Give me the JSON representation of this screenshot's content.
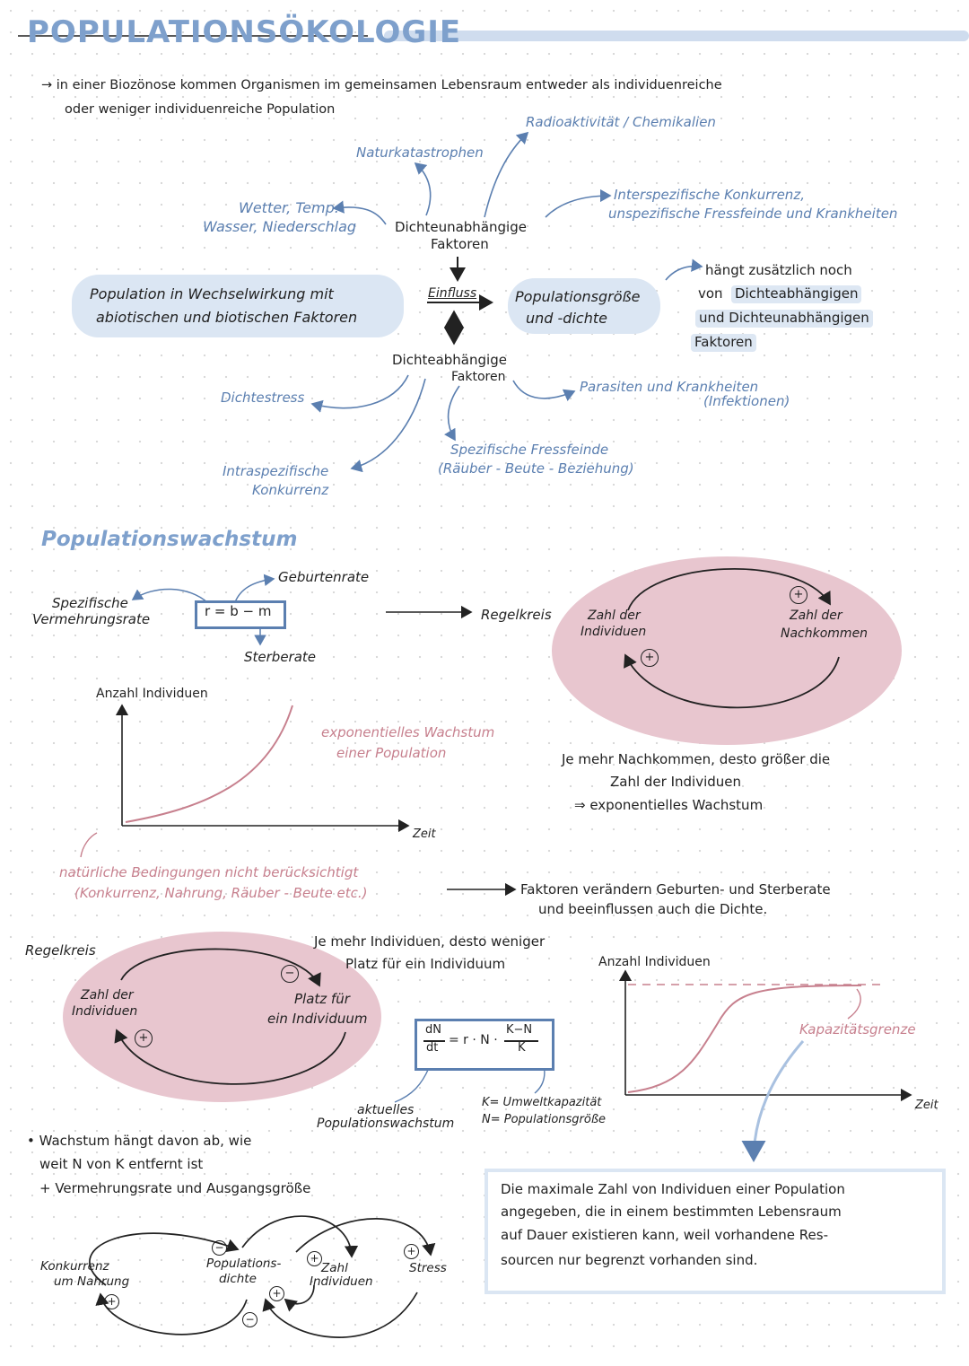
{
  "title": "POPULATIONSÖKOLOGIE",
  "intro": {
    "line1": "→ in einer Biozönose kommen Organismen im gemeinsamen Lebensraum entweder als individuenreiche",
    "line2": "oder weniger individuenreiche Population"
  },
  "mindmap": {
    "radioaktiv": "Radioaktivität / Chemikalien",
    "naturkatastrophen": "Naturkatastrophen",
    "wetter1": "Wetter, Temp.",
    "wetter2": "Wasser, Niederschlag",
    "unabh1": "Dichteunabhängige",
    "unabh2": "Faktoren",
    "inter1": "Interspezifische Konkurrenz,",
    "inter2": "unspezifische Fressfeinde und Krankheiten",
    "wechsel1": "Population in Wechselwirkung mit",
    "wechsel2": "abiotischen und biotischen Faktoren",
    "einfluss": "Einfluss",
    "popgroesse1": "Populationsgröße",
    "popgroesse2": "und -dichte",
    "haengt1": "hängt zusätzlich noch",
    "haengt2a": "von",
    "haengt2b": "Dichteabhängigen",
    "haengt3": "und Dichteunabhängigen",
    "haengt4": "Faktoren",
    "abh1": "Dichteabhängige",
    "abh2": "Faktoren",
    "dichtestress": "Dichtestress",
    "parasiten1": "Parasiten und Krankheiten",
    "parasiten2": "(Infektionen)",
    "spez1": "Spezifische Fressfeinde",
    "spez2": "(Räuber - Beute - Beziehung)",
    "intra1": "Intraspezifische",
    "intra2": "Konkurrenz"
  },
  "wachstum": {
    "heading": "Populationswachstum",
    "geburtenrate": "Geburtenrate",
    "formula": "r = b − m",
    "spez1": "Spezifische",
    "spez2": "Vermehrungsrate",
    "sterberate": "Sterberate",
    "regelkreis": "Regelkreis",
    "loop1_left1": "Zahl der",
    "loop1_left2": "Individuen",
    "loop1_right1": "Zahl der",
    "loop1_right2": "Nachkommen",
    "plus": "+",
    "minus": "−",
    "graph1_ylabel": "Anzahl Individuen",
    "graph1_xlabel": "Zeit",
    "exp1": "exponentielles Wachstum",
    "exp2": "einer Population",
    "je1": "Je mehr Nachkommen, desto größer die",
    "je2": "Zahl der Individuen",
    "je3": "⇒ exponentielles Wachstum",
    "nat1": "natürliche Bedingungen nicht berücksichtigt",
    "nat2": "(Konkurrenz, Nahrung, Räuber - Beute etc.)",
    "fakt1": "Faktoren verändern Geburten- und Sterberate",
    "fakt2": "und beeinflussen auch die Dichte."
  },
  "logistic": {
    "regelkreis": "Regelkreis",
    "left1": "Zahl der",
    "left2": "Individuen",
    "right1": "Platz für",
    "right2": "ein Individuum",
    "je1": "Je mehr Individuen, desto weniger",
    "je2": "Platz für ein Individuum",
    "f_num1": "dN",
    "f_den1": "dt",
    "f_mid": "= r · N ·",
    "f_num2": "K−N",
    "f_den2": "K",
    "aktuelles1": "aktuelles",
    "aktuelles2": "Populationswachstum",
    "k_def": "K= Umweltkapazität",
    "n_def": "N= Populationsgröße",
    "graph2_ylabel": "Anzahl Individuen",
    "graph2_xlabel": "Zeit",
    "kapazitaet": "Kapazitätsgrenze",
    "bullet1": "• Wachstum hängt davon ab, wie",
    "bullet2": "weit N von K entfernt ist",
    "bullet3": "+ Vermehrungsrate und Ausgangsgröße",
    "def1": "Die maximale Zahl von Individuen einer Population",
    "def2": "angegeben, die in einem bestimmten Lebensraum",
    "def3": "auf Dauer existieren kann, weil vorhandene Res-",
    "def4": "sourcen nur begrenzt vorhanden sind."
  },
  "bottomloop": {
    "konk1": "Konkurrenz",
    "konk2": "um Nahrung",
    "pop1": "Populations-",
    "pop2": "dichte",
    "zahl1": "Zahl",
    "zahl2": "Individuen",
    "stress": "Stress"
  },
  "colors": {
    "blue": "#5b7fb0",
    "lightblue": "#dbe6f3",
    "pink": "#e8c6cf",
    "curve": "#c7808e"
  }
}
